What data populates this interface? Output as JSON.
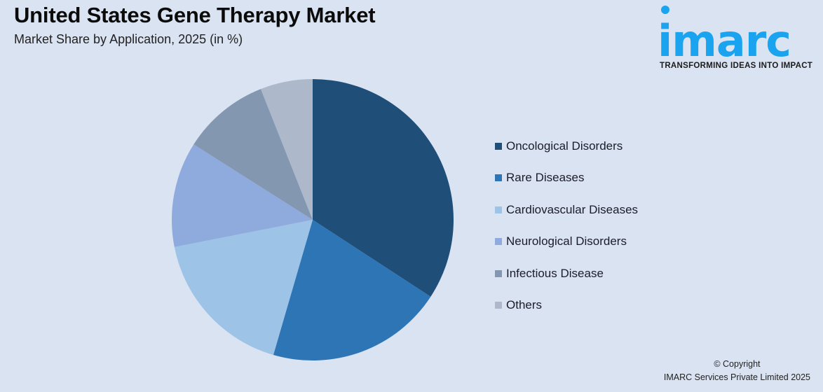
{
  "header": {
    "title": "United States Gene Therapy Market",
    "subtitle": "Market Share by Application, 2025 (in %)"
  },
  "logo": {
    "wordmark": "imarc",
    "tagline": "TRANSFORMING IDEAS INTO IMPACT",
    "color": "#1aa3ef"
  },
  "footer": {
    "line1": "© Copyright",
    "line2": "IMARC Services Private Limited 2025"
  },
  "legend": [
    {
      "label": "Oncological Disorders",
      "color": "#1f4e79"
    },
    {
      "label": "Rare Diseases",
      "color": "#2e75b6"
    },
    {
      "label": "Cardiovascular Diseases",
      "color": "#9dc3e6"
    },
    {
      "label": "Neurological Disorders",
      "color": "#8faadc"
    },
    {
      "label": "Infectious Disease",
      "color": "#8497b0"
    },
    {
      "label": "Others",
      "color": "#adb9ca"
    }
  ],
  "chart_data": {
    "type": "pie",
    "title": "United States Gene Therapy Market",
    "subtitle": "Market Share by Application, 2025 (in %)",
    "categories": [
      "Oncological Disorders",
      "Rare Diseases",
      "Cardiovascular Diseases",
      "Neurological Disorders",
      "Infectious Disease",
      "Others"
    ],
    "values": [
      34.2,
      20.3,
      17.4,
      12.1,
      10.0,
      6.0
    ],
    "colors": [
      "#1f4e79",
      "#2e75b6",
      "#9dc3e6",
      "#8faadc",
      "#8497b0",
      "#adb9ca"
    ],
    "start_angle": "12 o'clock, clockwise",
    "legend_position": "right",
    "data_labels": false
  }
}
